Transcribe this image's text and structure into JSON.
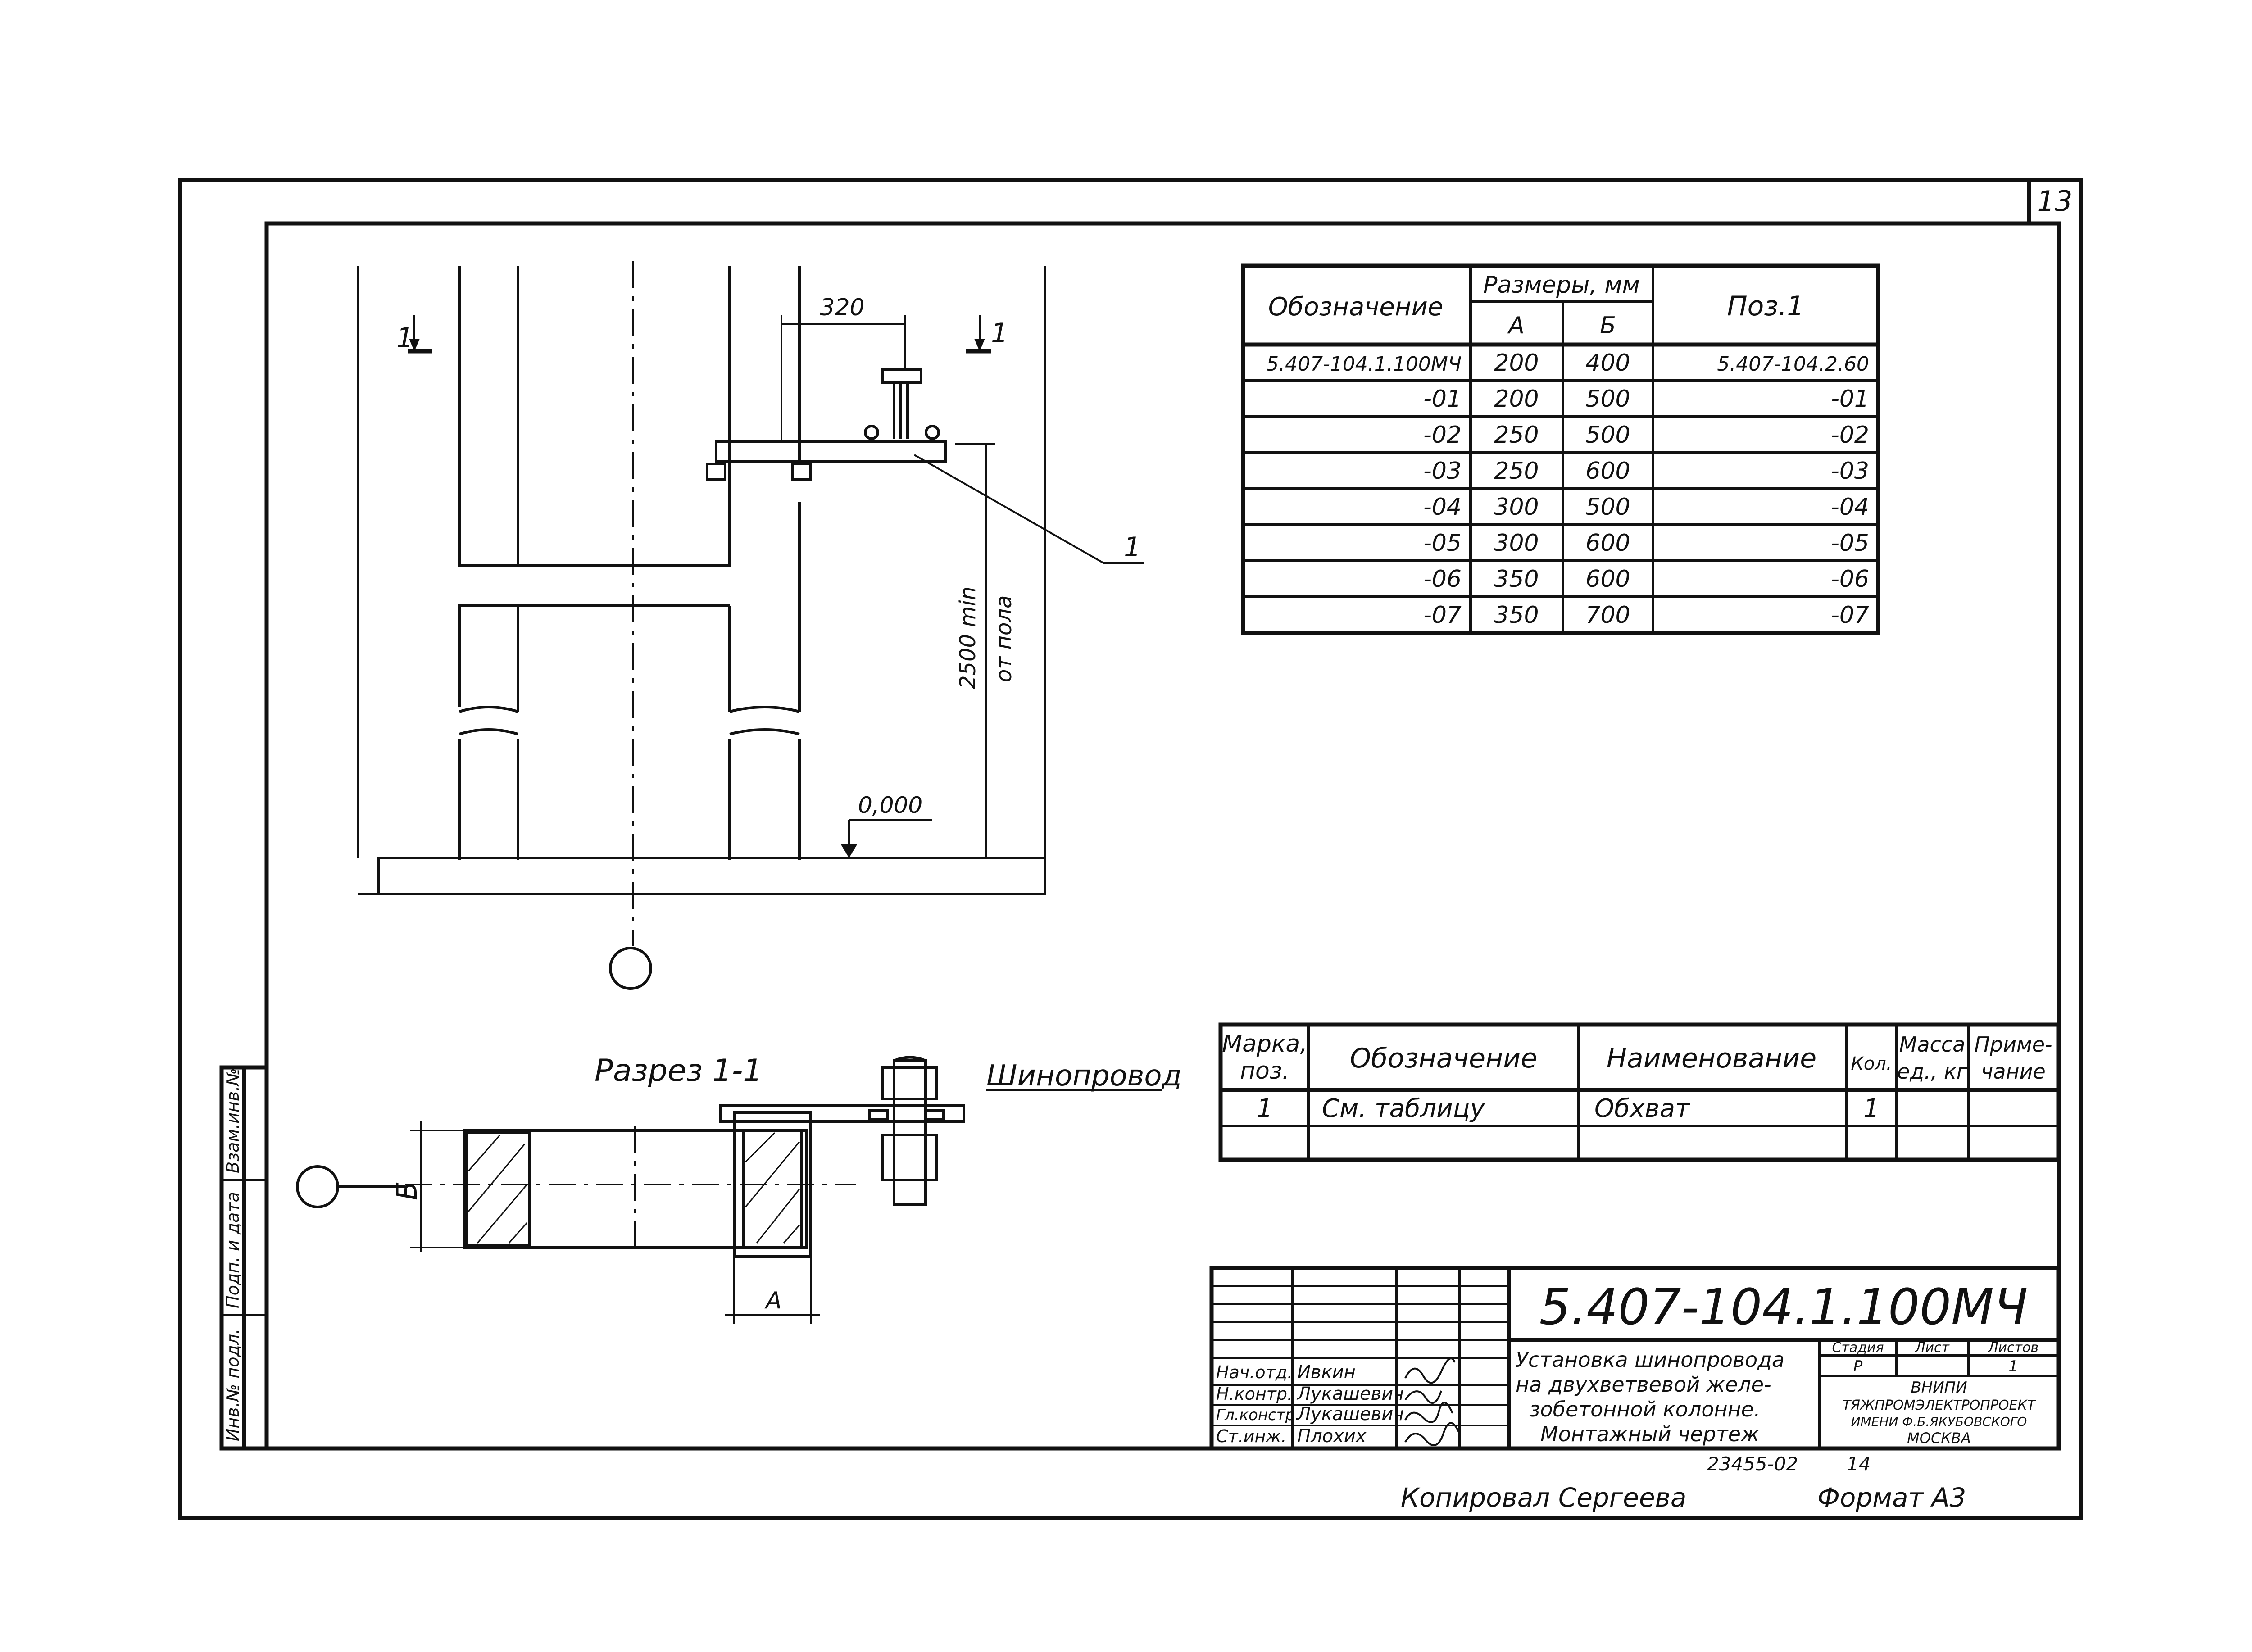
{
  "sheet": {
    "page_number": "13",
    "document_code": "5.407-104.1.100МЧ",
    "copied_by": "Копировал Сергеева",
    "format": "Формат А3",
    "order_number": "23455-02",
    "order_sheet": "14"
  },
  "elevation": {
    "dim_offset": "320",
    "section_mark": "1",
    "position_label": "1",
    "height_note_line1": "2500 min",
    "height_note_line2": "от пола",
    "level_mark": "0,000"
  },
  "section": {
    "title": "Разрез 1-1",
    "busbar_label": "Шинопровод",
    "dim_b": "Б",
    "dim_a": "А"
  },
  "size_table": {
    "headers": {
      "designation": "Обозначение",
      "sizes": "Размеры, мм",
      "col_a": "А",
      "col_b": "Б",
      "pos": "Поз.1"
    },
    "rows": [
      {
        "designation": "5.407-104.1.100МЧ",
        "a": "200",
        "b": "400",
        "pos": "5.407-104.2.60"
      },
      {
        "designation": "-01",
        "a": "200",
        "b": "500",
        "pos": "-01"
      },
      {
        "designation": "-02",
        "a": "250",
        "b": "500",
        "pos": "-02"
      },
      {
        "designation": "-03",
        "a": "250",
        "b": "600",
        "pos": "-03"
      },
      {
        "designation": "-04",
        "a": "300",
        "b": "500",
        "pos": "-04"
      },
      {
        "designation": "-05",
        "a": "300",
        "b": "600",
        "pos": "-05"
      },
      {
        "designation": "-06",
        "a": "350",
        "b": "600",
        "pos": "-06"
      },
      {
        "designation": "-07",
        "a": "350",
        "b": "700",
        "pos": "-07"
      }
    ]
  },
  "spec_table": {
    "headers": {
      "mark_line1": "Марка,",
      "mark_line2": "поз.",
      "designation": "Обозначение",
      "name": "Наименование",
      "qty": "Кол.",
      "mass_line1": "Масса",
      "mass_line2": "ед., кг",
      "note_line1": "Приме-",
      "note_line2": "чание"
    },
    "rows": [
      {
        "mark": "1",
        "designation": "См. таблицу",
        "name": "Обхват",
        "qty": "1",
        "mass": "",
        "note": ""
      }
    ]
  },
  "title_block": {
    "description_line1": "Установка шинопровода",
    "description_line2": "на двухветвевой желе-",
    "description_line3": "зобетонной колонне.",
    "description_line4": "Монтажный чертеж",
    "stage_label": "Стадия",
    "sheet_label": "Лист",
    "sheets_label": "Листов",
    "stage_value": "Р",
    "sheets_value": "1",
    "org_line1": "ВНИПИ",
    "org_line2": "ТЯЖПРОМЭЛЕКТРОПРОЕКТ",
    "org_line3": "ИМЕНИ Ф.Б.ЯКУБОВСКОГО",
    "org_line4": "МОСКВА",
    "staff": [
      {
        "role": "Нач.отд.",
        "name": "Ивкин"
      },
      {
        "role": "Н.контр.",
        "name": "Лукашевич"
      },
      {
        "role": "Гл.констр.",
        "name": "Лукашевич"
      },
      {
        "role": "Ст.инж.",
        "name": "Плохих"
      }
    ]
  },
  "side_stamp": {
    "col1": "Инв.№ подл.",
    "col2": "Подп. и дата",
    "col3": "Взам.инв.№"
  }
}
